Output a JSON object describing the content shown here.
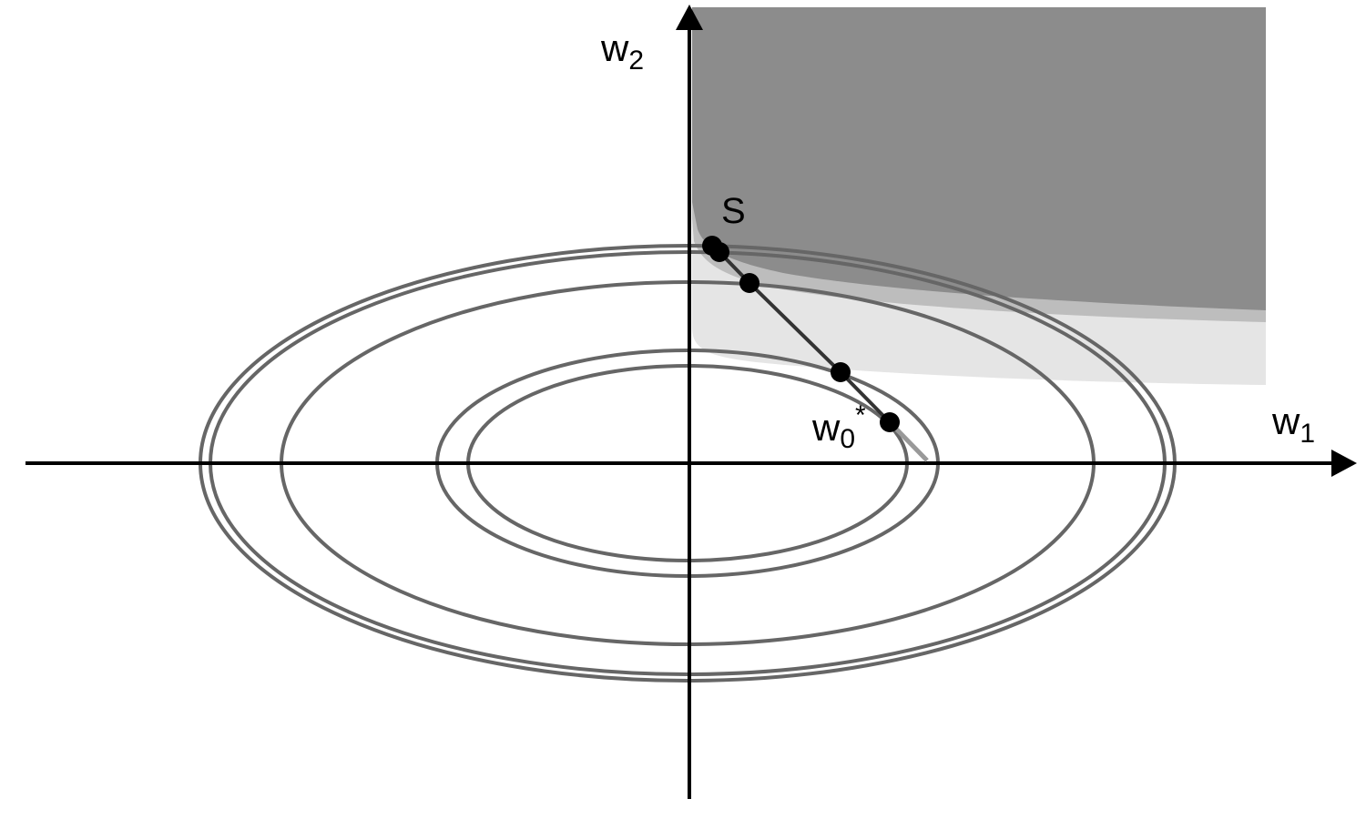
{
  "axes": {
    "x_label": "w",
    "x_label_sub": "1",
    "y_label": "w",
    "y_label_sub": "2"
  },
  "labels": {
    "start_point": "S",
    "optimum": "w",
    "optimum_sub": "0",
    "optimum_sup": "*"
  },
  "colors": {
    "background": "#ffffff",
    "axis": "#000000",
    "contour": "#666666",
    "region_dark": "#8c8c8c",
    "region_mid": "#bdbdbd",
    "region_light": "#e5e5e5",
    "path": "#333333",
    "path_extension": "#999999",
    "point": "#000000"
  },
  "contours": {
    "count": 5
  },
  "path_points": {
    "count": 5
  }
}
